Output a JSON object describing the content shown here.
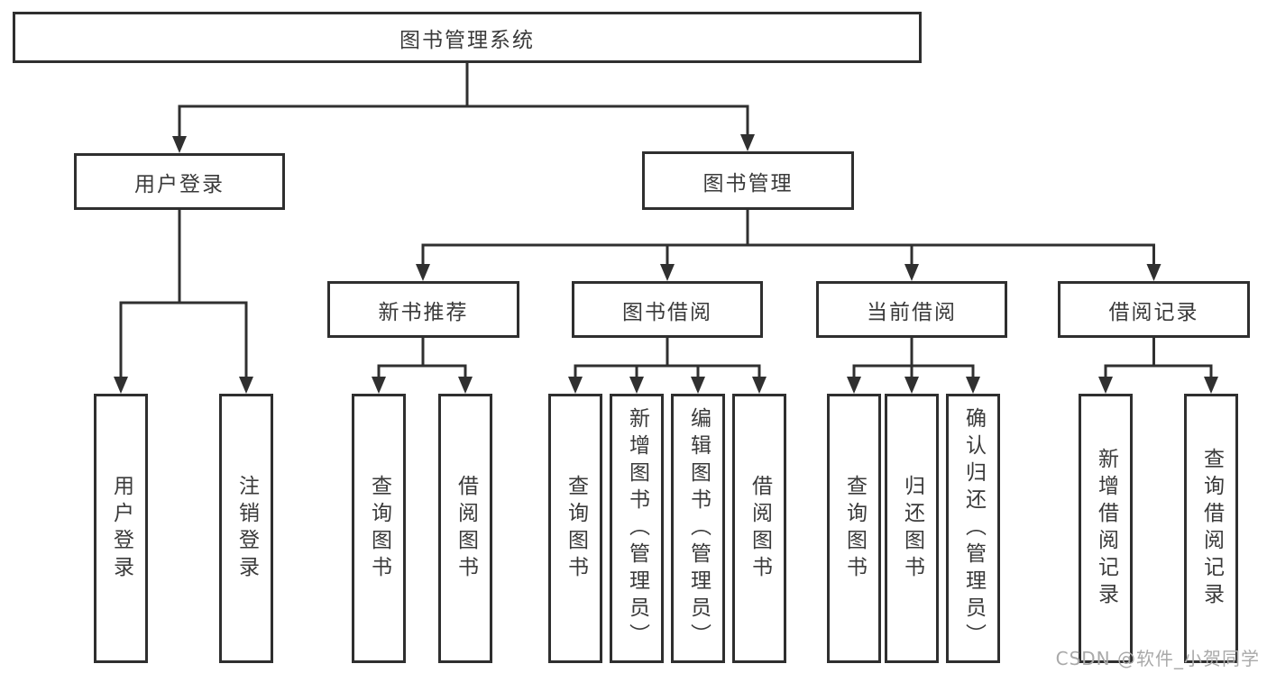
{
  "diagram_type": "hierarchy-tree",
  "colors": {
    "background": "#ffffff",
    "line": "#303030",
    "box_border": "#2f2f2f",
    "text": "#3a3a3a",
    "watermark": "#a9a9a9"
  },
  "tree": {
    "root": {
      "label": "图书管理系统",
      "children": [
        {
          "label": "用户登录",
          "children": [
            {
              "label": "用户登录"
            },
            {
              "label": "注销登录"
            }
          ]
        },
        {
          "label": "图书管理",
          "children": [
            {
              "label": "新书推荐",
              "children": [
                {
                  "label": "查询图书"
                },
                {
                  "label": "借阅图书"
                }
              ]
            },
            {
              "label": "图书借阅",
              "children": [
                {
                  "label": "查询图书"
                },
                {
                  "label": "新增图书（管理员）"
                },
                {
                  "label": "编辑图书（管理员）"
                },
                {
                  "label": "借阅图书"
                }
              ]
            },
            {
              "label": "当前借阅",
              "children": [
                {
                  "label": "查询图书"
                },
                {
                  "label": "归还图书"
                },
                {
                  "label": "确认归还（管理员）"
                }
              ]
            },
            {
              "label": "借阅记录",
              "children": [
                {
                  "label": "新增借阅记录"
                },
                {
                  "label": "查询借阅记录"
                }
              ]
            }
          ]
        }
      ]
    }
  },
  "watermark": {
    "text": "CSDN @软件_小贺同学"
  }
}
